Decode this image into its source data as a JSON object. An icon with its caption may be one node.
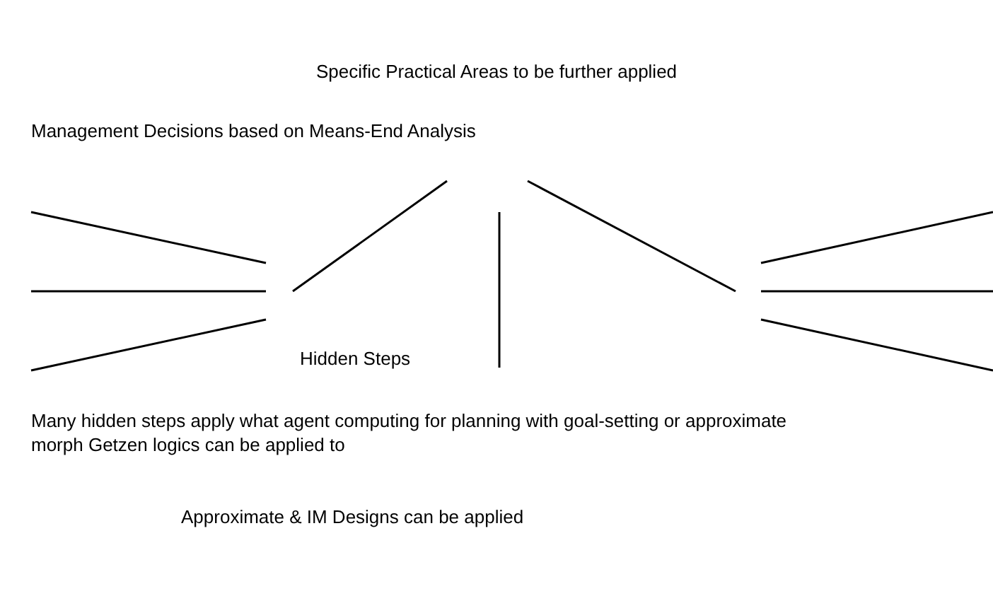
{
  "diagram": {
    "title": "Specific Practical Areas to be further applied",
    "labels": [
      "Management Decisions based on Means-End Analysis",
      "Hidden Steps",
      "Many hidden steps apply what agent computing for planning with goal-setting or approximate morph Getzen logics can be applied to",
      "Approximate & IM Designs can be applied"
    ]
  }
}
